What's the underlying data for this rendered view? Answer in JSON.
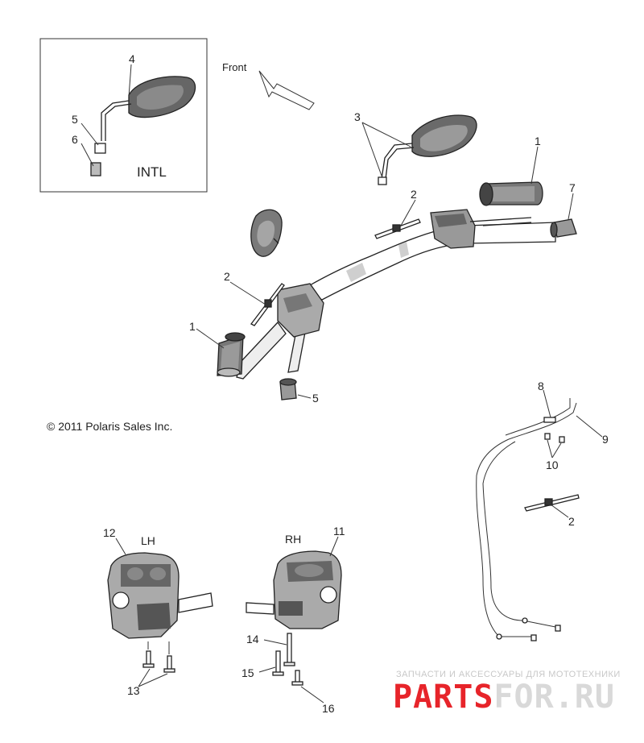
{
  "callouts": {
    "n1": "1",
    "n2": "2",
    "n3": "3",
    "n4": "4",
    "n5": "5",
    "n6": "6",
    "n7": "7",
    "n8": "8",
    "n9": "9",
    "n10": "10",
    "n11": "11",
    "n12": "12",
    "n13": "13",
    "n14": "14",
    "n15": "15",
    "n16": "16"
  },
  "labels": {
    "front": "Front",
    "intl": "INTL",
    "lh": "LH",
    "rh": "RH",
    "copyright": "© 2011 Polaris Sales Inc."
  },
  "watermark": {
    "tagline": "ЗАПЧАСТИ И АКСЕССУАРЫ ДЛЯ МОТОТЕХНИКИ",
    "brand": "PARTSFOR.RU",
    "colors": {
      "brand_red": "#e7242a",
      "brand_grey": "#d9d9d9"
    }
  },
  "colors": {
    "line": "#222222",
    "shade": "#555555",
    "light_shade": "#9a9a9a",
    "background": "#ffffff"
  }
}
